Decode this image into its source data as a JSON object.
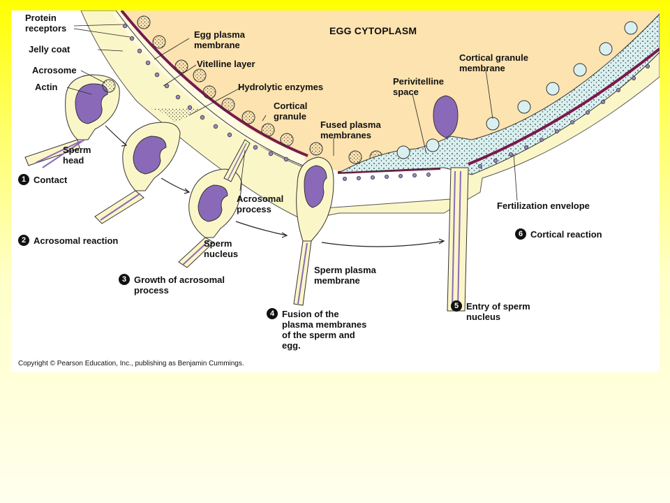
{
  "colors": {
    "page_background_top": "#ffff00",
    "page_background_bottom": "#ffffee",
    "egg_cytoplasm": "#fce3b0",
    "jelly_coat": "#fbf6c8",
    "vitelline_layer": "#fffbe0",
    "plasma_membrane": "#7a1a4a",
    "sperm_nucleus": "#8a6ab8",
    "perivitelline_space": "#d9f0f0"
  },
  "title": "EGG CYTOPLASM",
  "labels": {
    "protein_receptors": "Protein\nreceptors",
    "jelly_coat": "Jelly coat",
    "acrosome": "Acrosome",
    "actin": "Actin",
    "sperm_head": "Sperm\nhead",
    "egg_plasma_membrane": "Egg plasma\nmembrane",
    "vitelline_layer": "Vitelline layer",
    "hydrolytic_enzymes": "Hydrolytic enzymes",
    "cortical_granule": "Cortical\ngranule",
    "fused_plasma_membranes": "Fused plasma\nmembranes",
    "perivitelline_space": "Perivitelline\nspace",
    "cortical_granule_membrane": "Cortical granule\nmembrane",
    "fertilization_envelope": "Fertilization envelope",
    "acrosomal_process": "Acrosomal\nprocess",
    "sperm_nucleus": "Sperm\nnucleus",
    "sperm_plasma_membrane": "Sperm plasma\nmembrane"
  },
  "steps": [
    {
      "number": "1",
      "text": "Contact"
    },
    {
      "number": "2",
      "text": "Acrosomal reaction"
    },
    {
      "number": "3",
      "text": "Growth of acrosomal\nprocess"
    },
    {
      "number": "4",
      "text": "Fusion of the\nplasma membranes\nof the sperm and\negg."
    },
    {
      "number": "5",
      "text": "Entry of sperm\nnucleus"
    },
    {
      "number": "6",
      "text": "Cortical reaction"
    }
  ],
  "copyright": "Copyright © Pearson Education, Inc., publishing as Benjamin Cummings."
}
